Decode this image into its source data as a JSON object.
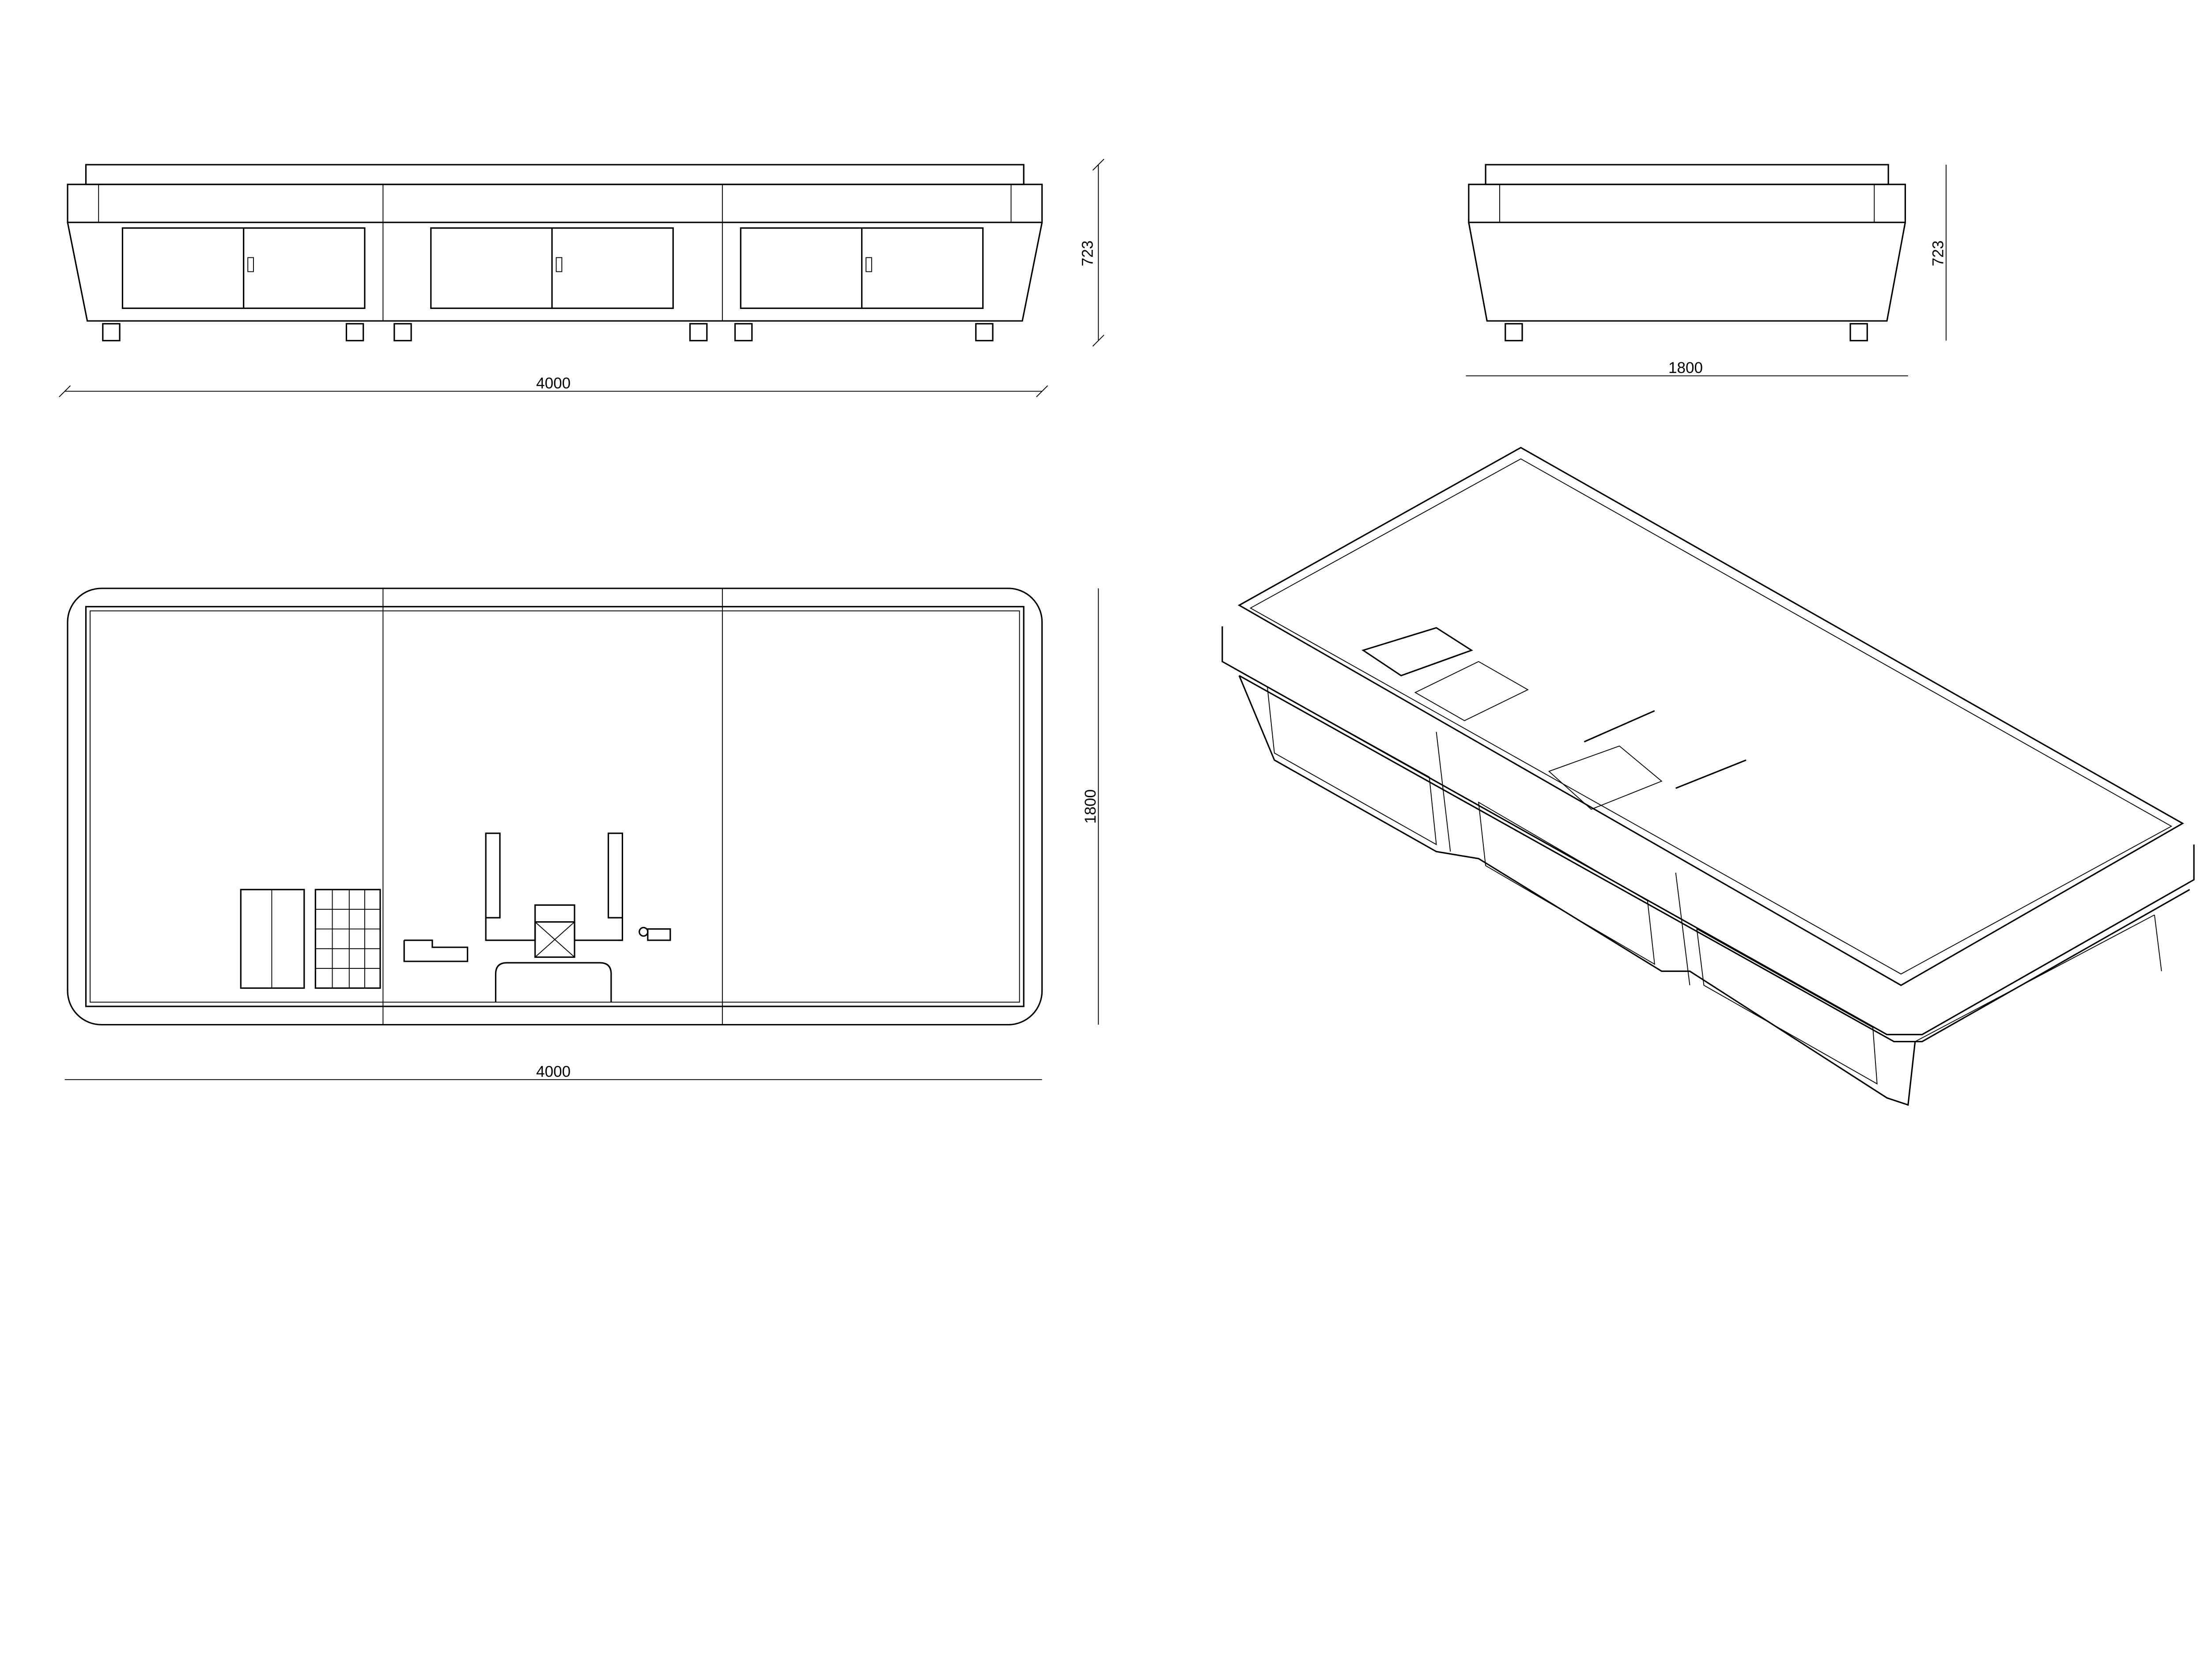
{
  "drawing": {
    "front_view": {
      "width_label": "4000",
      "height_label": "723"
    },
    "side_view": {
      "width_label": "1800",
      "height_label": "723"
    },
    "top_view": {
      "width_label": "4000",
      "height_label": "1800"
    },
    "isometric_view": {}
  }
}
